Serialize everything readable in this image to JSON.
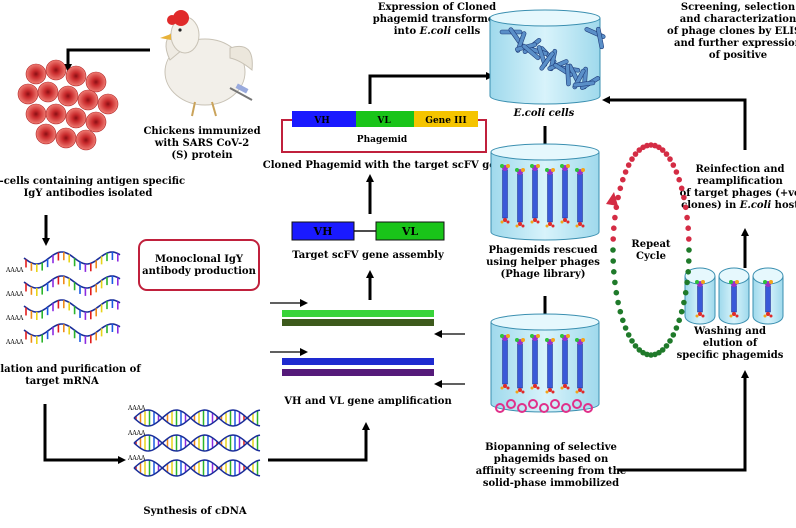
{
  "title": "",
  "labels": {
    "chickens": "Chickens immunized with SARS CoV-2 (S) protein",
    "bcells": "B-cells containing antigen specific IgY antibodies isolated",
    "mrna": "Isolation and purification of target mRNA",
    "cdna": "Synthesis of cDNA",
    "vhvl_amp": "VH and VL gene amplification",
    "monoclonal": "Monoclonal IgY antibody production",
    "scfv_assembly": "Target scFV gene assembly",
    "cloned_phagemid": "Cloned Phagemid with the target scFV gene",
    "phagemid": "Phagemid",
    "expression": "Expression of Cloned phagemid transformed into E.coli cells",
    "ecoli_cells": "E.coli cells",
    "rescued": "Phagemids rescued using helper phages (Phage library)",
    "biopanning": "Biopanning of selective phagemids based on affinity screening from the solid-phase immobilized antigen",
    "repeat": "Repeat Cycle",
    "washing": "Washing and elution of specific phagemids",
    "reinfection": "Reinfection and reamplification of target phages (+ve clones) in E.coli host",
    "screening": "Screening, selection and characterization of phage clones by ELISA and further expression of positive clones."
  },
  "genes": {
    "vh": "VH",
    "vl": "VL",
    "gene3": "Gene III",
    "aaaa": "AAAA"
  },
  "colors": {
    "vh": "#1a1aff",
    "vl": "#19c419",
    "gene3": "#f5c400",
    "frame_red": "#c0203c",
    "cell_red": "#e8383c",
    "repeat_red": "#d42c44",
    "repeat_green": "#1f7a2a",
    "cylinder": "#bfeaf6",
    "phage_blue": "#3a5ad8"
  },
  "icons": [
    "chicken-icon",
    "bcell-cluster-icon",
    "mrna-strands-icon",
    "cdna-strands-icon",
    "cylinder-icon",
    "phage-icon"
  ]
}
